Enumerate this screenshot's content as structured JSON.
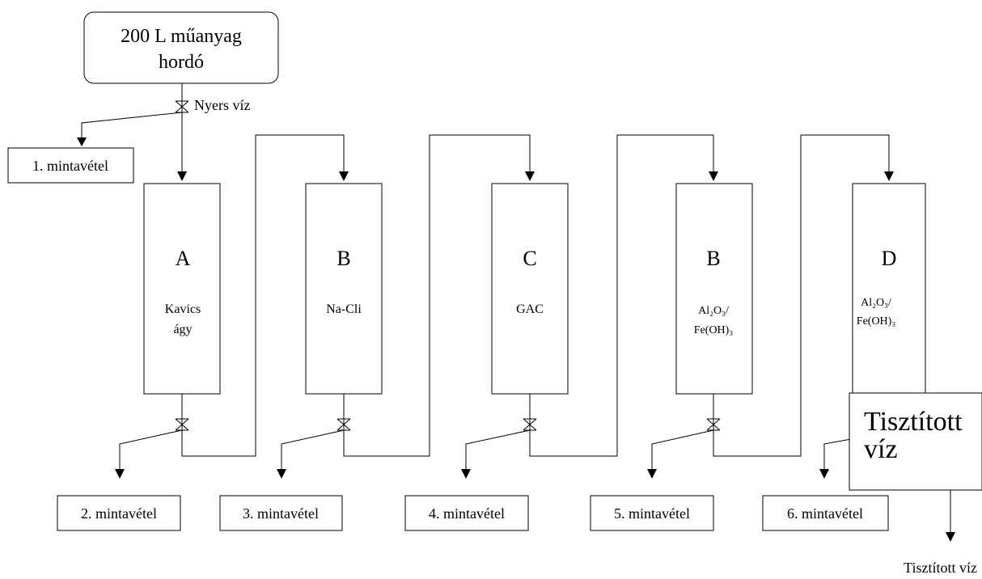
{
  "source_tank": {
    "line1": "200 L műanyag",
    "line2": "hordó"
  },
  "raw_water_label": "Nyers víz",
  "samples": [
    "1. mintavétel",
    "2. mintavétel",
    "3. mintavétel",
    "4. mintavétel",
    "5. mintavétel",
    "6. mintavétel"
  ],
  "columns": [
    {
      "letter": "A",
      "lines": [
        "Kavics",
        "ágy"
      ]
    },
    {
      "letter": "B",
      "lines": [
        "Na-Cli"
      ]
    },
    {
      "letter": "C",
      "lines": [
        "GAC"
      ]
    },
    {
      "letter": "B",
      "lines": [
        "Al₂O₃/",
        "Fe(OH)₃"
      ]
    },
    {
      "letter": "D",
      "lines": [
        "Al₂O₃/",
        "Fe(OH)₃"
      ]
    }
  ],
  "overlay_box": {
    "line1": "Tisztított",
    "line2": "víz"
  },
  "output_label": "Tisztított víz"
}
